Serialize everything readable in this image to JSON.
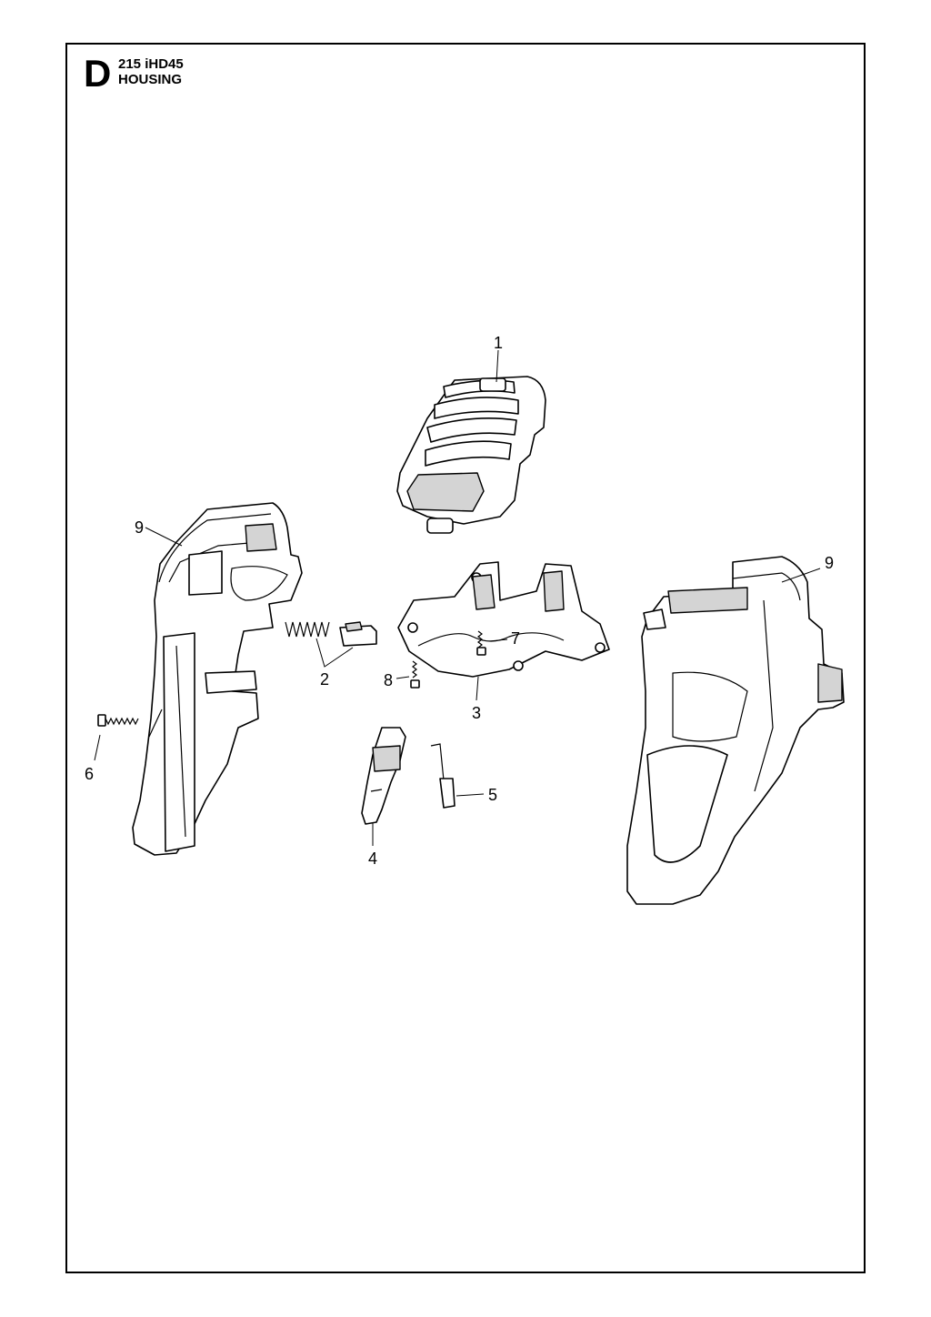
{
  "header": {
    "section_letter": "D",
    "model": "215 iHD45",
    "title": "HOUSING"
  },
  "callouts": [
    "1",
    "2",
    "3",
    "4",
    "5",
    "6",
    "7",
    "8",
    "9",
    "9"
  ],
  "parts": [
    {
      "number": "1",
      "icon": "top-cover-icon"
    },
    {
      "number": "2",
      "icon": "spring-and-button-icon"
    },
    {
      "number": "3",
      "icon": "base-plate-icon"
    },
    {
      "number": "4",
      "icon": "trigger-icon"
    },
    {
      "number": "5",
      "icon": "lever-pin-icon"
    },
    {
      "number": "6",
      "icon": "screw-icon"
    },
    {
      "number": "7",
      "icon": "screw-icon"
    },
    {
      "number": "8",
      "icon": "screw-icon"
    },
    {
      "number": "9",
      "icon": "handle-housing-half-icon"
    }
  ]
}
